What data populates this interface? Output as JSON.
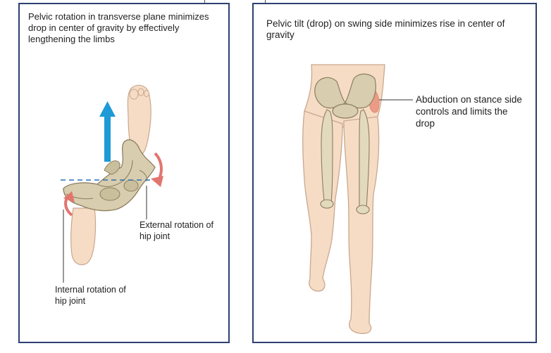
{
  "left_panel": {
    "title": "Pelvic rotation in transverse plane minimizes drop in center of gravity by effectively lengthening the limbs",
    "label_external": "External rotation of hip joint",
    "label_internal": "Internal rotation of hip joint"
  },
  "right_panel": {
    "title": "Pelvic tilt (drop) on swing side minimizes rise in center of gravity",
    "label_abduction": "Abduction on stance side controls and limits the drop"
  },
  "colors": {
    "frame": "#2d3f73",
    "skin": "#f6dcc4",
    "skin_outline": "#c9a78f",
    "bone": "#d8cdae",
    "bone_outline": "#8c7f5f",
    "arrow_up": "#1e9ad6",
    "rotation_arrow": "#e2766f",
    "muscle": "#ec9b86"
  }
}
